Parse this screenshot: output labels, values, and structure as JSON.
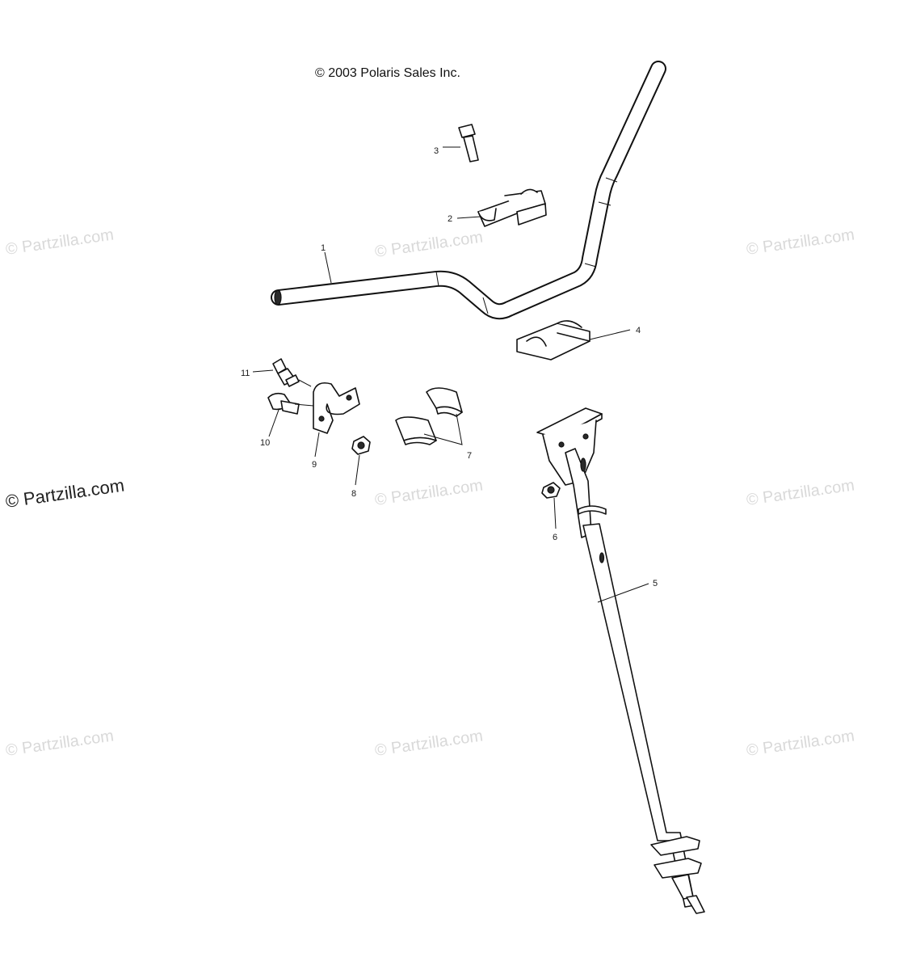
{
  "copyright": "© 2003 Polaris Sales Inc.",
  "watermark": "© Partzilla.com",
  "callouts": {
    "c1": "1",
    "c2": "2",
    "c3": "3",
    "c4": "4",
    "c5": "5",
    "c6": "6",
    "c7": "7",
    "c8": "8",
    "c9": "9",
    "c10": "10",
    "c11": "11"
  },
  "colors": {
    "line": "#111111",
    "watermark_light": "#d9d9d9",
    "watermark_dark": "#222222"
  }
}
